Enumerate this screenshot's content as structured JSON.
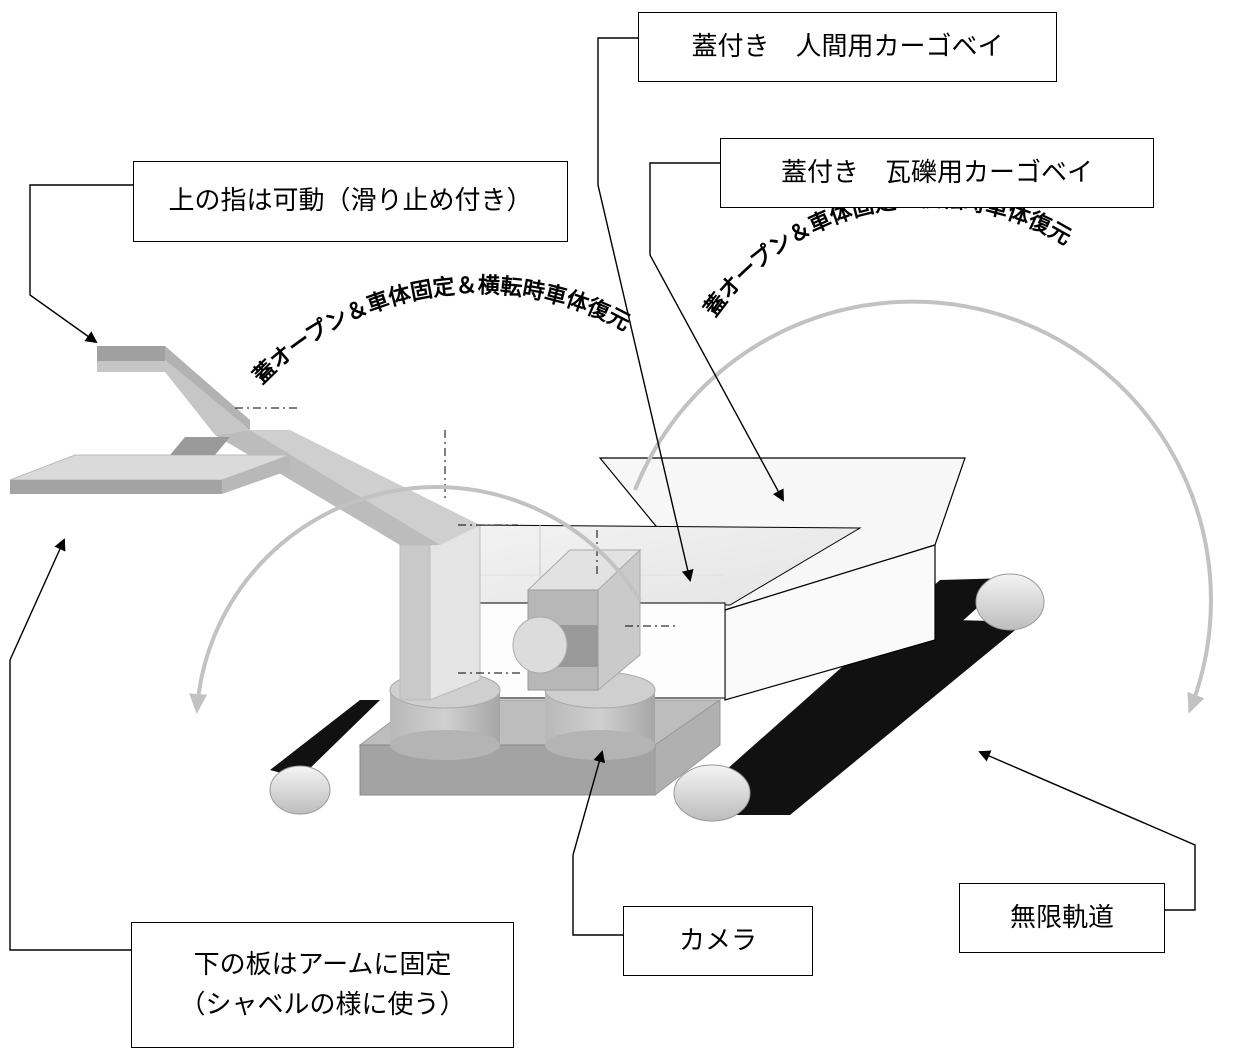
{
  "labels": {
    "human_bay": "蓋付き　人間用カーゴベイ",
    "rubble_bay": "蓋付き　瓦礫用カーゴベイ",
    "upper_finger": "上の指は可動（滑り止め付き）",
    "lower_plate_line1": "下の板はアームに固定",
    "lower_plate_line2": "（シャベルの様に使う）",
    "camera": "カメラ",
    "tracks": "無限軌道"
  },
  "curve_labels": {
    "left": "蓋オープン＆車体固定＆横転時車体復元",
    "right": "蓋オープン＆車体固定＆横転時車体復元"
  },
  "colors": {
    "track": "#111111",
    "body_mid": "#a8a8a8",
    "body_light": "#d6d6d6",
    "arrow_arc": "#c2c2c2"
  }
}
